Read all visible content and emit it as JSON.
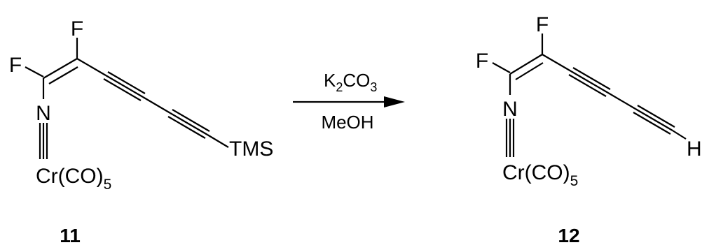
{
  "compound_11": {
    "label": "11",
    "atoms": {
      "f_top": "F",
      "f_left": "F",
      "n": "N",
      "tms": "TMS",
      "cr": "Cr(CO)",
      "cr_sub": "5"
    }
  },
  "compound_12": {
    "label": "12",
    "atoms": {
      "f_top": "F",
      "f_left": "F",
      "n": "N",
      "h": "H",
      "cr": "Cr(CO)",
      "cr_sub": "5"
    }
  },
  "reaction": {
    "reagent_base": "K",
    "reagent_sub1": "2",
    "reagent_mid": "CO",
    "reagent_sub2": "3",
    "solvent": "MeOH"
  }
}
